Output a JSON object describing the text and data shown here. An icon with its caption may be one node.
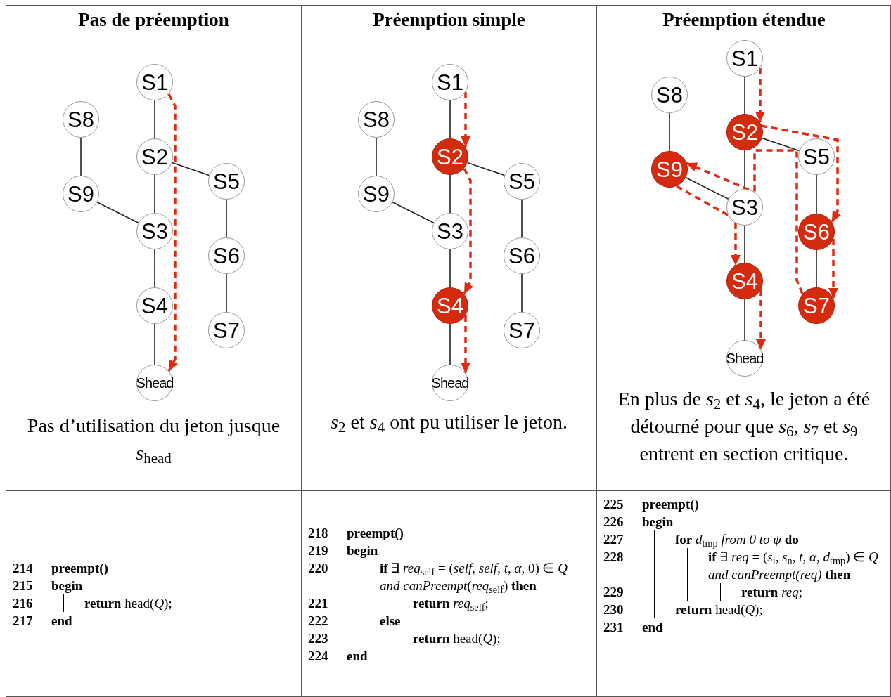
{
  "diagram": {
    "nodes": [
      {
        "text": [
          "Pas d’utilisation du jeton jusque *s*$_{head}$"
        ]
      },
      {
        "text": [
          "S1"
        ],
        "in": 0
      },
      {
        "text": [
          "S8"
        ],
        "in": 0
      },
      {
        "text": [
          "S2"
        ],
        "in": 0
      },
      {
        "text": [
          "S5"
        ],
        "in": 0
      },
      {
        "text": [
          "S9"
        ],
        "in": 0
      },
      {
        "text": [
          "S3"
        ],
        "in": 0
      },
      {
        "text": [
          "S6"
        ],
        "in": 0
      },
      {
        "text": [
          "S4"
        ],
        "in": 0
      },
      {
        "text": [
          "S7"
        ],
        "in": 0
      },
      {
        "text": [
          "Shead"
        ],
        "in": 0
      },
      {
        "text": [
          "*s*$_{2}$ et *s*$_{4}$ ont pu utiliser le jeton."
        ]
      },
      {
        "text": [
          "S1"
        ],
        "in": 11
      },
      {
        "text": [
          "S8"
        ],
        "in": 11
      },
      {
        "text": [
          "S2"
        ],
        "in": 11
      },
      {
        "text": [
          "S5"
        ],
        "in": 11
      },
      {
        "text": [
          "S9"
        ],
        "in": 11
      },
      {
        "text": [
          "S3"
        ],
        "in": 11
      },
      {
        "text": [
          "S6"
        ],
        "in": 11
      },
      {
        "text": [
          "S4"
        ],
        "in": 11
      },
      {
        "text": [
          "S7"
        ],
        "in": 11
      },
      {
        "text": [
          "Shead"
        ],
        "in": 11
      },
      {
        "text": [
          "En plus de *s*$_{2}$ et *s*$_{4}$, le jeton a été détourné pour que *s*$_{6}$, *s*$_{7}$ et *s*$_{9}$ entrent en section critique."
        ]
      },
      {
        "text": [
          "S1"
        ],
        "in": 22
      },
      {
        "text": [
          "S8"
        ],
        "in": 22
      },
      {
        "text": [
          "S2"
        ],
        "in": 22
      },
      {
        "text": [
          "S5"
        ],
        "in": 22
      },
      {
        "text": [
          "S9"
        ],
        "in": 22
      },
      {
        "text": [
          "S3"
        ],
        "in": 22
      },
      {
        "text": [
          "S6"
        ],
        "in": 22
      },
      {
        "text": [
          "S4"
        ],
        "in": 22
      },
      {
        "text": [
          "S7"
        ],
        "in": 22
      },
      {
        "text": [
          "Shead"
        ],
        "in": 22
      }
    ],
    "edges": [
      {
        "from": 1,
        "to": 3,
        "arrow": "none"
      },
      {
        "from": 3,
        "to": 6,
        "arrow": "none"
      },
      {
        "from": 6,
        "to": 8,
        "arrow": "none"
      },
      {
        "from": 8,
        "to": 10,
        "arrow": "none"
      },
      {
        "from": 3,
        "to": 4,
        "arrow": "none"
      },
      {
        "from": 4,
        "to": 7,
        "arrow": "none"
      },
      {
        "from": 7,
        "to": 9,
        "arrow": "none"
      },
      {
        "from": 2,
        "to": 5,
        "arrow": "none"
      },
      {
        "from": 5,
        "to": 6,
        "arrow": "none"
      },
      {
        "from": 1,
        "to": 10,
        "arrow": "to",
        "style": "dashed",
        "color": "#e02a10"
      },
      {
        "from": 12,
        "to": 14,
        "arrow": "none"
      },
      {
        "from": 14,
        "to": 17,
        "arrow": "none"
      },
      {
        "from": 17,
        "to": 19,
        "arrow": "none"
      },
      {
        "from": 19,
        "to": 21,
        "arrow": "none"
      },
      {
        "from": 14,
        "to": 15,
        "arrow": "none"
      },
      {
        "from": 15,
        "to": 18,
        "arrow": "none"
      },
      {
        "from": 18,
        "to": 20,
        "arrow": "none"
      },
      {
        "from": 13,
        "to": 16,
        "arrow": "none"
      },
      {
        "from": 16,
        "to": 17,
        "arrow": "none"
      },
      {
        "from": 12,
        "to": 14,
        "arrow": "to",
        "style": "dashed",
        "color": "#e02a10"
      },
      {
        "from": 14,
        "to": 19,
        "arrow": "to",
        "style": "dashed",
        "color": "#e02a10"
      },
      {
        "from": 19,
        "to": 21,
        "arrow": "to",
        "style": "dashed",
        "color": "#e02a10"
      },
      {
        "from": 23,
        "to": 25,
        "arrow": "none"
      },
      {
        "from": 25,
        "to": 28,
        "arrow": "none"
      },
      {
        "from": 28,
        "to": 30,
        "arrow": "none"
      },
      {
        "from": 30,
        "to": 32,
        "arrow": "none"
      },
      {
        "from": 25,
        "to": 26,
        "arrow": "none"
      },
      {
        "from": 26,
        "to": 29,
        "arrow": "none"
      },
      {
        "from": 29,
        "to": 31,
        "arrow": "none"
      },
      {
        "from": 24,
        "to": 27,
        "arrow": "none"
      },
      {
        "from": 27,
        "to": 28,
        "arrow": "none"
      },
      {
        "from": 23,
        "to": 25,
        "arrow": "to",
        "style": "dashed",
        "color": "#e02a10"
      },
      {
        "from": 25,
        "to": 29,
        "arrow": "to",
        "style": "dashed",
        "color": "#e02a10"
      },
      {
        "from": 29,
        "to": 31,
        "arrow": "to",
        "style": "dashed",
        "color": "#e02a10"
      },
      {
        "from": 31,
        "to": 28,
        "arrow": "none",
        "style": "dashed",
        "color": "#e02a10"
      },
      {
        "from": 28,
        "to": 27,
        "arrow": "to",
        "style": "dashed",
        "color": "#e02a10"
      },
      {
        "from": 27,
        "to": 28,
        "arrow": "none",
        "style": "dashed",
        "color": "#e02a10"
      },
      {
        "from": 28,
        "to": 30,
        "arrow": "to",
        "style": "dashed",
        "color": "#e02a10"
      },
      {
        "from": 30,
        "to": 32,
        "arrow": "to",
        "style": "dashed",
        "color": "#e02a10"
      }
    ],
    "labels": [
      "Pas de préemption",
      "Préemption simple",
      "Préemption étendue",
      "214",
      "preempt()",
      "215",
      "begin",
      "216",
      "**return** head(*Q*);",
      "217",
      "end",
      "218",
      "preempt()",
      "219",
      "begin",
      "220",
      "**if** ∃ *req*$_{self}$ = (*self*, *self*, *t*, *α*, 0) ∈ *Q* *and canPreempt*(*req*$_{self}$) **then**",
      "221",
      "**return** *req*$_{self}$;",
      "222",
      "else",
      "223",
      "**return** head(*Q*);",
      "224",
      "end",
      "225",
      "preempt()",
      "226",
      "begin",
      "227",
      "**for** *d*$_{tmp}$ *from 0 to ψ* **do**",
      "228",
      "**if** ∃ *req* = (*s*$_{i}$, *s*$_{n}$, *t*, *α*, *d*$_{tmp}$) ∈ *Q* *and canPreempt(req)* **then**",
      "229",
      "**return** *req*;",
      "230",
      "**return** head(*Q*);",
      "231",
      "end"
    ]
  }
}
